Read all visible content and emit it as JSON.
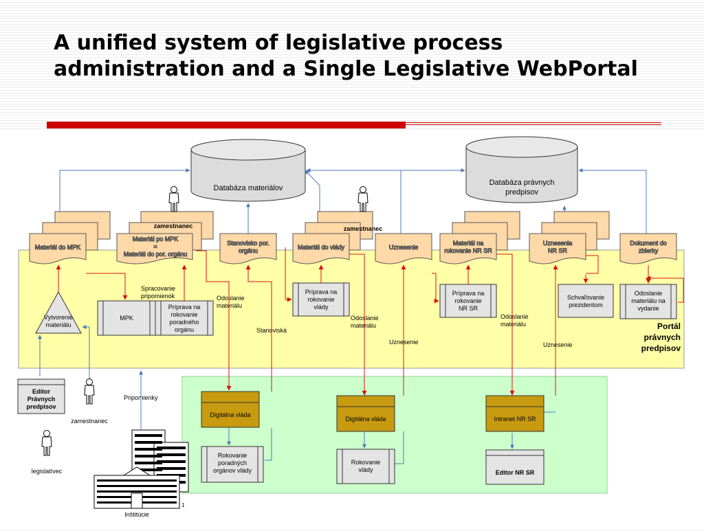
{
  "title": "A unified system of legislative process administration and a Single Legislative WebPortal",
  "databases": {
    "materials": "Databáza materiálov",
    "legal_line1": "Databáza právnych",
    "legal_line2": "predpisov"
  },
  "documents": {
    "material_mpk": "Materiál do MPK",
    "material_po_mpk_1": "Materiál po MPK",
    "material_po_mpk_2": "=",
    "material_po_mpk_3": "Materiál do por. orgánu",
    "stanovisko_1": "Stanovisko por.",
    "stanovisko_2": "orgánu",
    "material_vlady": "Materiál do vlády",
    "uznesenie": "Uznesenie",
    "material_nr_1": "Materiál na",
    "material_nr_2": "rokovanie NR SR",
    "uznesenia_nr_1": "Uznesenia",
    "uznesenia_nr_2": "NR SR",
    "dokument_1": "Dokument do",
    "dokument_2": "zbierky"
  },
  "actors": {
    "zamestnanec": "zamestnanec",
    "legislativec": "legislatívec",
    "institucie": "Inštitúcie"
  },
  "processes": {
    "vytvorenie_1": "Vytvorenie",
    "vytvorenie_2": "materiálu",
    "spracovanie_1": "Spracovanie",
    "spracovanie_2": "pripomienok",
    "mpk": "MPK",
    "priprava_por_1": "Príprava na",
    "priprava_por_2": "rokovanie",
    "priprava_por_3": "poradného",
    "priprava_por_4": "orgánu",
    "priprava_vlada_1": "Príprava na",
    "priprava_vlada_2": "rokovanie",
    "priprava_vlada_3": "vlády",
    "priprava_nr_1": "Príprava na",
    "priprava_nr_2": "rokovanie",
    "priprava_nr_3": "NR SR",
    "schvalovanie_1": "Schvaľovanie",
    "schvalovanie_2": "prezidentom",
    "odoslanie_vydanie_1": "Odoslanie",
    "odoslanie_vydanie_2": "materiálu na",
    "odoslanie_vydanie_3": "vydanie",
    "editor_1": "Editor",
    "editor_2": "Právnych",
    "editor_3": "predpisov",
    "digitalna_vlada": "Digitálna vláda",
    "intranet": "Intranet NR SR",
    "rokovanie_por_1": "Rokovanie",
    "rokovanie_por_2": "poradných",
    "rokovanie_por_3": "orgánov vlády",
    "rokovanie_vlady_1": "Rokovanie",
    "rokovanie_vlady_2": "vlády",
    "editor_nr": "Editor NR SR"
  },
  "flow_labels": {
    "odoslanie_1": "Odoslanie",
    "odoslanie_2": "materiálu",
    "stanoviska": "Stanoviská",
    "uznesenie": "Uznesenie",
    "pripomienky": "Pripomienky"
  },
  "portal": {
    "line1": "Portál",
    "line2": "právnych",
    "line3": "predpisov"
  },
  "footnote": "1",
  "colors": {
    "title_rule": "#cc0000",
    "portal_zone": "#ffffa8",
    "government_zone": "#ccffcc",
    "document": "#ffd9a8",
    "digital_gov": "#c79a10",
    "flow_arrow": "#dd1111",
    "link_arrow": "#4a7ab8"
  }
}
